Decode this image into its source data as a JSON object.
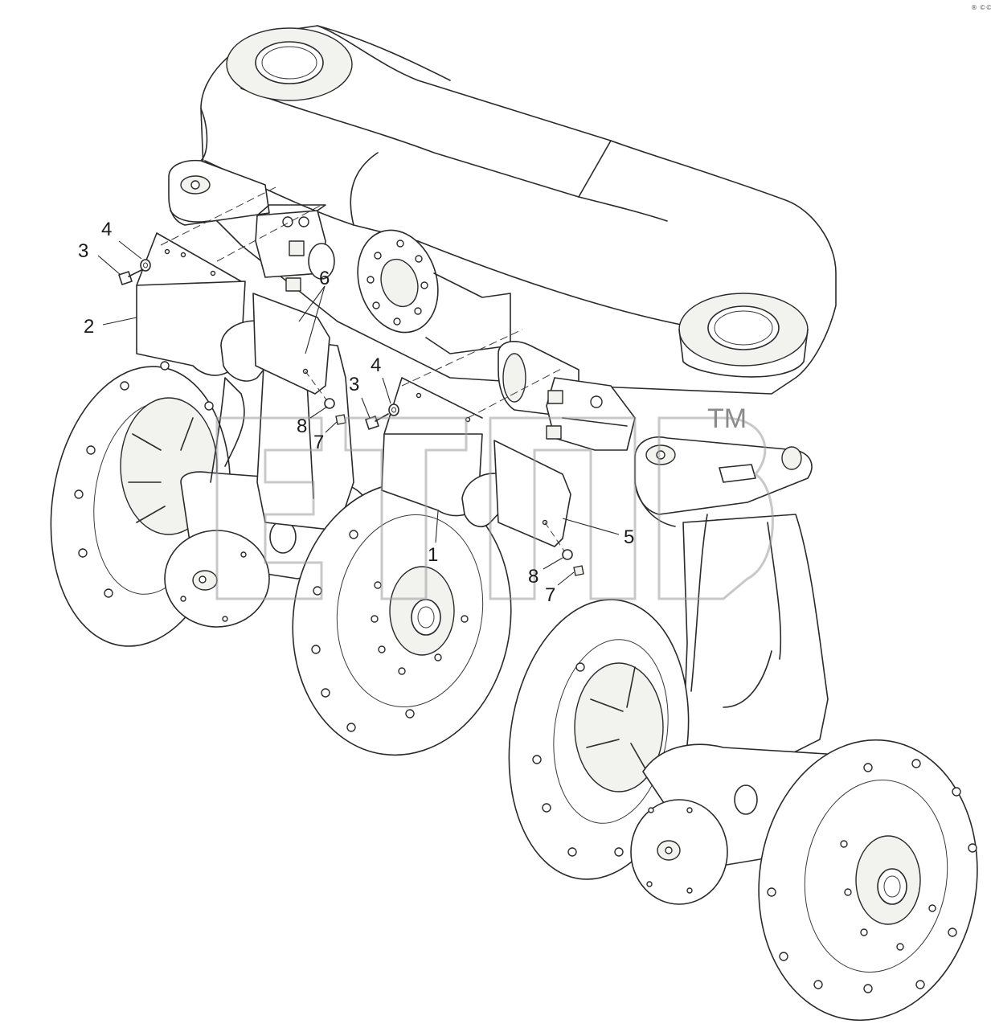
{
  "diagram": {
    "callouts": [
      {
        "id": "c1",
        "label": "1"
      },
      {
        "id": "c2",
        "label": "2"
      },
      {
        "id": "c3a",
        "label": "3"
      },
      {
        "id": "c3b",
        "label": "3"
      },
      {
        "id": "c4a",
        "label": "4"
      },
      {
        "id": "c4b",
        "label": "4"
      },
      {
        "id": "c5",
        "label": "5"
      },
      {
        "id": "c6",
        "label": "6"
      },
      {
        "id": "c7a",
        "label": "7"
      },
      {
        "id": "c7b",
        "label": "7"
      },
      {
        "id": "c8a",
        "label": "8"
      },
      {
        "id": "c8b",
        "label": "8"
      }
    ],
    "watermark": {
      "trademark": "TM"
    },
    "corner_mark": "® ©©"
  }
}
